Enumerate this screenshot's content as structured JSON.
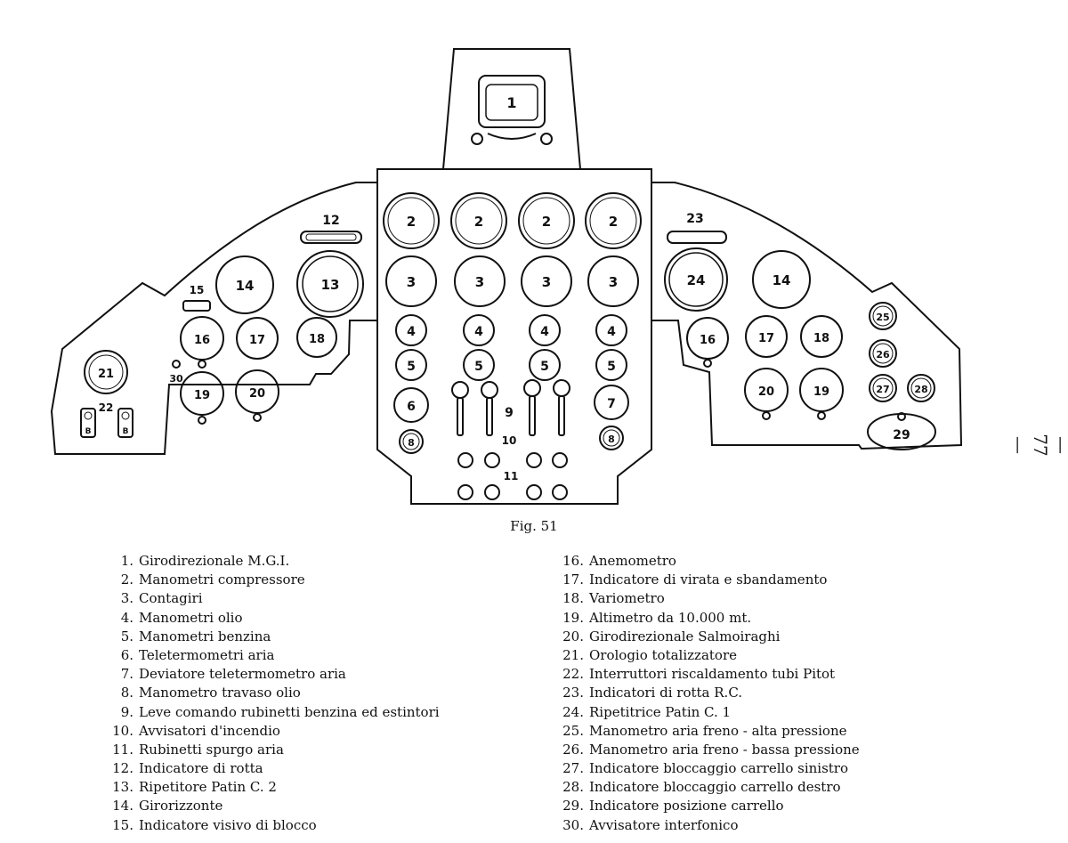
{
  "figure": {
    "caption": "Fig. 51",
    "page_number": "— 77 —",
    "labels": {
      "n1": "1",
      "n2": "2",
      "n3": "3",
      "n4": "4",
      "n5": "5",
      "n6": "6",
      "n7": "7",
      "n8": "8",
      "n9": "9",
      "n10": "10",
      "n11": "11",
      "n12": "12",
      "n13": "13",
      "n14": "14",
      "n15": "15",
      "n16": "16",
      "n17": "17",
      "n18": "18",
      "n19": "19",
      "n20": "20",
      "n21": "21",
      "n22": "22",
      "n23": "23",
      "n24": "24",
      "n25": "25",
      "n26": "26",
      "n27": "27",
      "n28": "28",
      "n29": "29",
      "n30": "30",
      "b": "B"
    }
  },
  "legend": {
    "left": [
      {
        "num": "1.",
        "text": "Girodirezionale M.G.I."
      },
      {
        "num": "2.",
        "text": "Manometri compressore"
      },
      {
        "num": "3.",
        "text": "Contagiri"
      },
      {
        "num": "4.",
        "text": "Manometri olio"
      },
      {
        "num": "5.",
        "text": "Manometri benzina"
      },
      {
        "num": "6.",
        "text": "Teletermometri aria"
      },
      {
        "num": "7.",
        "text": "Deviatore teletermometro aria"
      },
      {
        "num": "8.",
        "text": "Manometro travaso olio"
      },
      {
        "num": "9.",
        "text": "Leve comando rubinetti benzina ed estintori"
      },
      {
        "num": "10.",
        "text": "Avvisatori d'incendio"
      },
      {
        "num": "11.",
        "text": "Rubinetti spurgo aria"
      },
      {
        "num": "12.",
        "text": "Indicatore di rotta"
      },
      {
        "num": "13.",
        "text": "Ripetitore Patin C. 2"
      },
      {
        "num": "14.",
        "text": "Girorizzonte"
      },
      {
        "num": "15.",
        "text": "Indicatore visivo di blocco"
      }
    ],
    "right": [
      {
        "num": "16.",
        "text": "Anemometro"
      },
      {
        "num": "17.",
        "text": "Indicatore di virata e sbandamento"
      },
      {
        "num": "18.",
        "text": "Variometro"
      },
      {
        "num": "19.",
        "text": "Altimetro da 10.000 mt."
      },
      {
        "num": "20.",
        "text": "Girodirezionale Salmoiraghi"
      },
      {
        "num": "21.",
        "text": "Orologio totalizzatore"
      },
      {
        "num": "22.",
        "text": "Interruttori riscaldamento tubi Pitot"
      },
      {
        "num": "23.",
        "text": "Indicatori di rotta R.C."
      },
      {
        "num": "24.",
        "text": "Ripetitrice Patin C. 1"
      },
      {
        "num": "25.",
        "text": "Manometro aria freno - alta pressione"
      },
      {
        "num": "26.",
        "text": "Manometro aria freno - bassa pressione"
      },
      {
        "num": "27.",
        "text": "Indicatore bloccaggio carrello sinistro"
      },
      {
        "num": "28.",
        "text": "Indicatore bloccaggio carrello destro"
      },
      {
        "num": "29.",
        "text": "Indicatore posizione carrello"
      },
      {
        "num": "30.",
        "text": "Avvisatore interfonico"
      }
    ]
  }
}
